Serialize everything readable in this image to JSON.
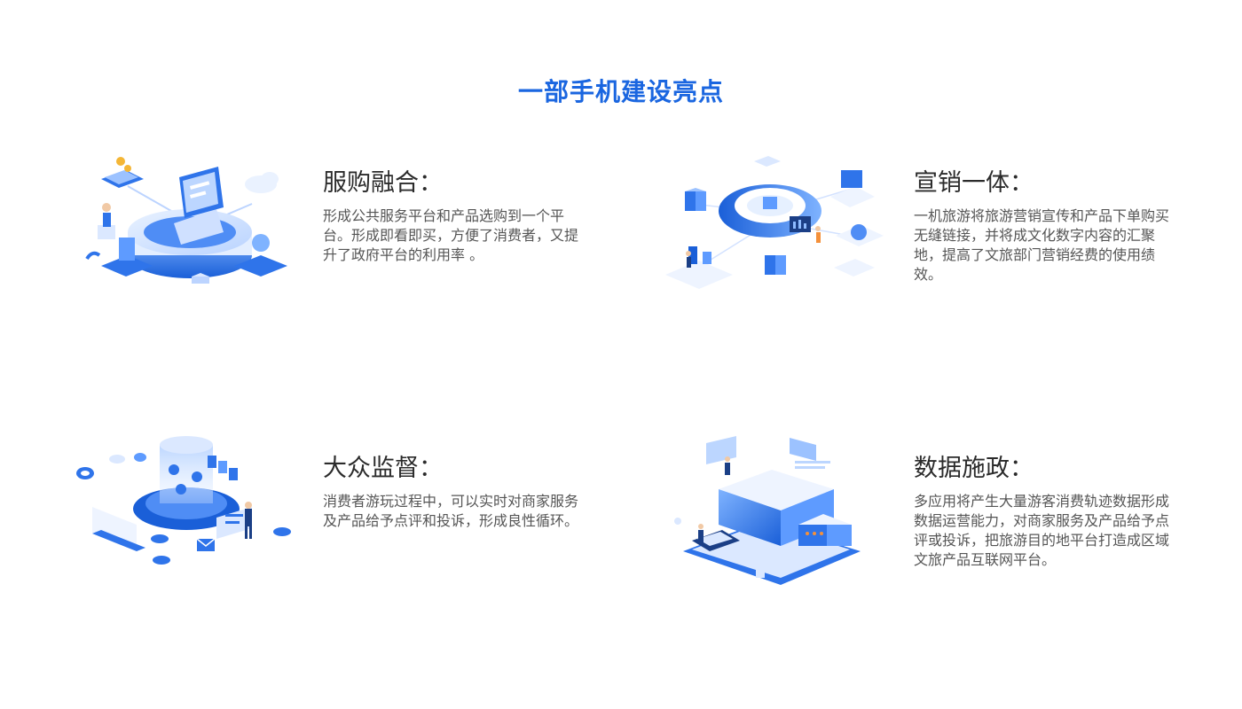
{
  "page": {
    "title": "一部手机建设亮点"
  },
  "features": [
    {
      "heading": "服购融合：",
      "description": "形成公共服务平台和产品选购到一个平台。形成即看即买，方便了消费者，又提升了政府平台的利用率 。",
      "icon": "laptop-platform-illustration"
    },
    {
      "heading": "宣销一体：",
      "description": "一机旅游将旅游营销宣传和产品下单购买无缝链接，并将成文化数字内容的汇聚地，提高了文旅部门营销经费的使用绩效。",
      "icon": "ring-network-illustration"
    },
    {
      "heading": "大众监督：",
      "description": "消费者游玩过程中，可以实时对商家服务及产品给予点评和投诉，形成良性循环。",
      "icon": "users-monitor-illustration"
    },
    {
      "heading": "数据施政：",
      "description": "多应用将产生大量游客消费轨迹数据形成数据运营能力，对商家服务及产品给予点评或投诉，把旅游目的地平台打造成区域文旅产品互联网平台。",
      "icon": "data-center-illustration"
    }
  ],
  "colors": {
    "accent": "#1a66e0",
    "heading": "#2b2b2b",
    "body": "#555555"
  }
}
